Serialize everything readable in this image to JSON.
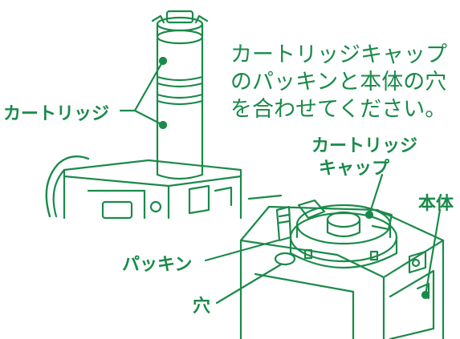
{
  "instruction": {
    "lines": [
      "カートリッジキャップ",
      "のパッキンと本体の穴",
      "を合わせてください。"
    ]
  },
  "labels": {
    "cartridge": "カートリッジ",
    "cartridge_cap_line1": "カートリッジ",
    "cartridge_cap_line2": "キャップ",
    "body": "本体",
    "packing": "パッキン",
    "hole": "穴"
  },
  "colors": {
    "line": "#1a8a4a",
    "text": "#1a8a4a",
    "fill": "#ffffff"
  }
}
